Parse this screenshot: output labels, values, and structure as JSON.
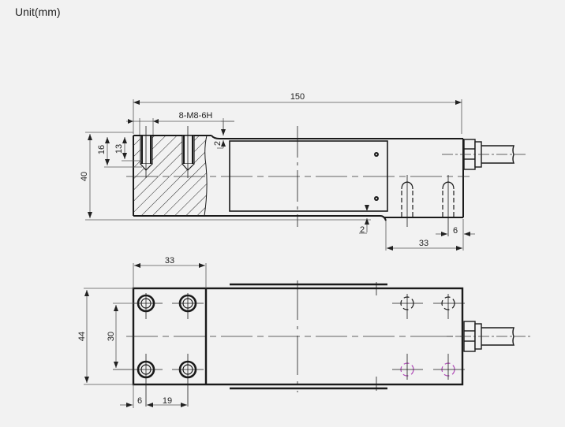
{
  "header": {
    "unit_label": "Unit(mm)"
  },
  "colors": {
    "background": "#f2f2f2",
    "line": "#1a1a1a",
    "dim_line": "#555555",
    "highlight": "#b04ab8"
  },
  "side_view": {
    "dimensions": {
      "overall_length": "150",
      "thread_spec": "8-M8-6H",
      "height": "40",
      "thread_depth_outer": "16",
      "thread_depth_inner": "13",
      "top_recess": "2",
      "bottom_recess": "2",
      "right_hole_offset": "33",
      "right_hole_edge": "6"
    }
  },
  "top_view": {
    "dimensions": {
      "hole_block_width": "33",
      "width": "44",
      "hole_spacing_vertical": "30",
      "hole_edge_offset": "6",
      "hole_spacing_horizontal": "19"
    }
  }
}
